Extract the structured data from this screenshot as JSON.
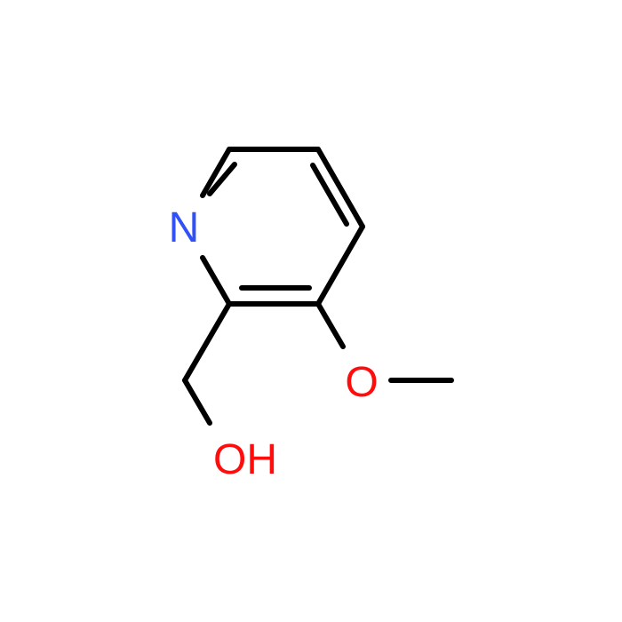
{
  "molecule": {
    "atoms": {
      "nitrogen": {
        "symbol": "N",
        "color": "#3050F8"
      },
      "ring_oxygen_substituent": {
        "symbol": "O",
        "color": "#FF0D0D"
      },
      "hydroxyl": {
        "symbol": "OH",
        "color": "#FF0D0D"
      }
    },
    "bond_color": "#000000"
  }
}
